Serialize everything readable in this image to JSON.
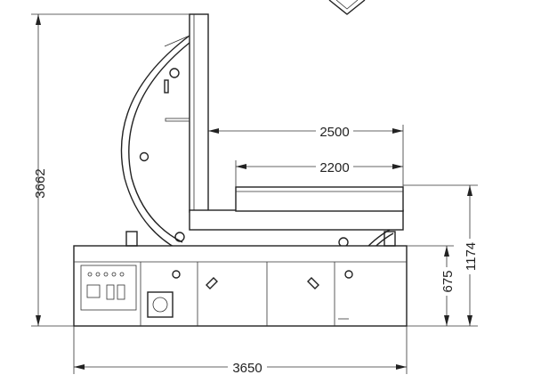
{
  "dimensions": {
    "overall_height": "3662",
    "length_upper": "2500",
    "length_lower": "2200",
    "height_mid": "1174",
    "height_low": "675",
    "overall_width": "3650"
  }
}
